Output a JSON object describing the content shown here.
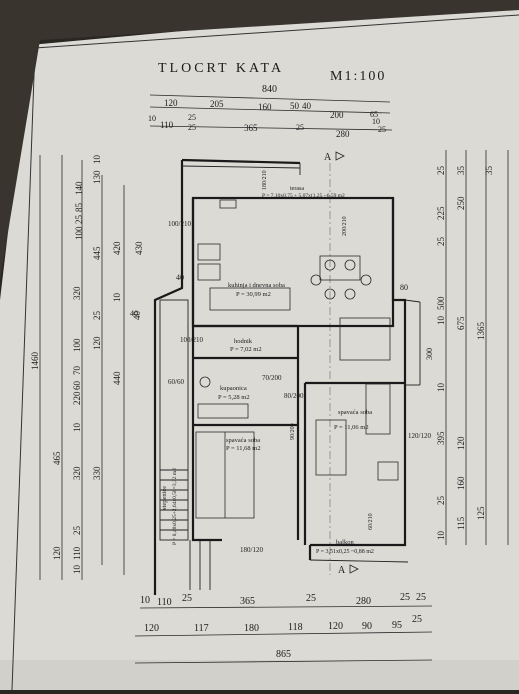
{
  "title": "TLOCRT KATA",
  "scale": "M1:100",
  "section_mark": "A",
  "rooms": [
    {
      "name": "terasa",
      "area": "P = 7,10x0,75 + 5,07x(1,25 ~6,59 m2"
    },
    {
      "name": "kuhinja i dnevna soba",
      "area": "P = 30,99 m2"
    },
    {
      "name": "hodnik",
      "area": "P = 7,02 m2"
    },
    {
      "name": "kupaonica",
      "area": "P = 5,28 m2"
    },
    {
      "name": "spavaća soba",
      "area": "P = 11,06 m2"
    },
    {
      "name": "spavaća soba",
      "area": "P = 11,68 m2"
    },
    {
      "name": "balkon",
      "area": "P = 3,51x0,25 ~0,88 m2"
    },
    {
      "name": "stepenice",
      "area": "P = 8,40x0,25+2,64x0,50=3,32 m2"
    }
  ],
  "top_dims": {
    "total": "840",
    "row1": [
      "120",
      "205",
      "160",
      "50",
      "40",
      "200",
      "65"
    ],
    "row2": [
      "10",
      "110",
      "25",
      "365",
      "25",
      "280",
      "25"
    ],
    "row2b": [
      "25",
      "10"
    ]
  },
  "bottom_dims": {
    "row1": [
      "10",
      "110",
      "25",
      "365",
      "25",
      "280",
      "25",
      "25"
    ],
    "row2": [
      "120",
      "117",
      "180",
      "118",
      "120",
      "90",
      "95",
      "25"
    ],
    "total": "865"
  },
  "left_dims": [
    "140",
    "85",
    "25",
    "130",
    "10",
    "100",
    "320",
    "445",
    "420",
    "430",
    "1460",
    "10",
    "120",
    "40",
    "25",
    "220",
    "70",
    "60",
    "100",
    "440",
    "465",
    "10",
    "320",
    "330",
    "25",
    "110",
    "120",
    "10"
  ],
  "right_dims": [
    "25",
    "35",
    "35",
    "225",
    "250",
    "25",
    "10",
    "500",
    "675",
    "1365",
    "10",
    "395",
    "120",
    "160",
    "25",
    "115",
    "125",
    "10"
  ],
  "openings": [
    "180/210",
    "100/210",
    "200/210",
    "40",
    "80",
    "100/210",
    "70/200",
    "60/60",
    "80/200",
    "90/200",
    "120/120",
    "60/210",
    "180/120",
    "300",
    "40"
  ]
}
